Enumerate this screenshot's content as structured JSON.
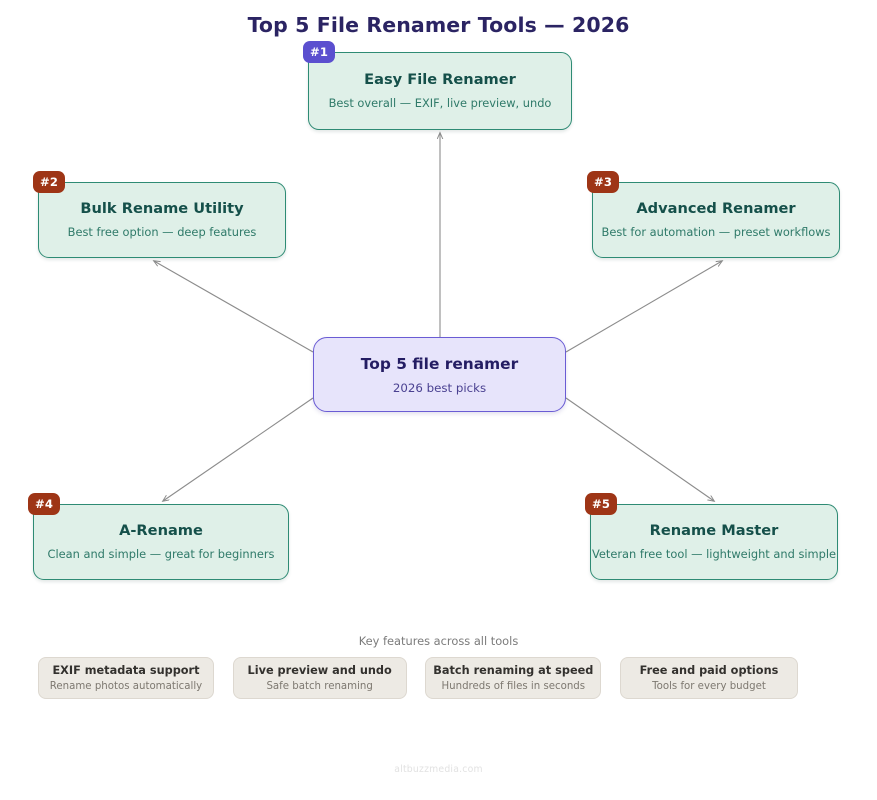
{
  "title": "Top 5 File Renamer Tools — 2026",
  "hub": {
    "title": "Top 5 file renamer",
    "subtitle": "2026 best picks"
  },
  "nodes": [
    {
      "rank": "#1",
      "title": "Easy File Renamer",
      "subtitle": "Best overall — EXIF, live preview, undo",
      "badge_color": "#5b4fcf"
    },
    {
      "rank": "#2",
      "title": "Bulk Rename Utility",
      "subtitle": "Best free option — deep features",
      "badge_color": "#9e3516"
    },
    {
      "rank": "#3",
      "title": "Advanced Renamer",
      "subtitle": "Best for automation — preset workflows",
      "badge_color": "#9e3516"
    },
    {
      "rank": "#4",
      "title": "A-Rename",
      "subtitle": "Clean and simple — great for beginners",
      "badge_color": "#9e3516"
    },
    {
      "rank": "#5",
      "title": "Rename Master",
      "subtitle": "Veteran free tool — lightweight and simple",
      "badge_color": "#9e3516"
    }
  ],
  "features": {
    "caption": "Key features across all tools",
    "items": [
      {
        "title": "EXIF metadata support",
        "subtitle": "Rename photos automatically"
      },
      {
        "title": "Live preview and undo",
        "subtitle": "Safe batch renaming"
      },
      {
        "title": "Batch renaming at speed",
        "subtitle": "Hundreds of files in seconds"
      },
      {
        "title": "Free and paid options",
        "subtitle": "Tools for every budget"
      }
    ]
  },
  "footer": "altbuzzmedia.com",
  "colors": {
    "title": "#2b2463",
    "node_fill": "#dff0e8",
    "node_border": "#2e8b74",
    "node_title": "#15504a",
    "node_sub": "#2f7a69",
    "hub_fill": "#e7e4fb",
    "hub_border": "#6a5cd4",
    "hub_title": "#241d63",
    "chip_fill": "#edeae4",
    "connector": "#8c8c8c"
  }
}
